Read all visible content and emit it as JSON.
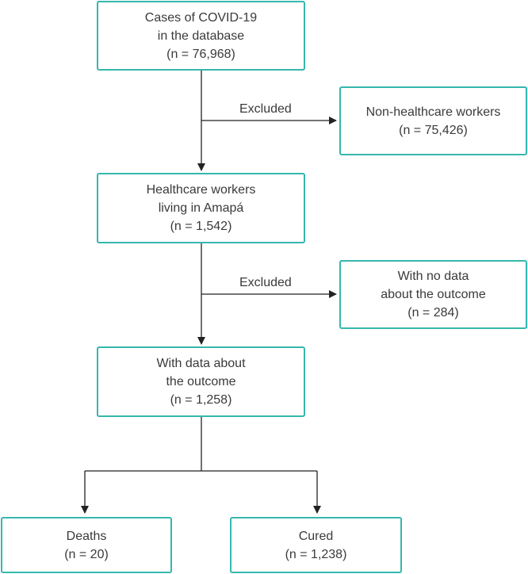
{
  "boxes": {
    "cases": {
      "line1": "Cases of COVID-19",
      "line2": "in the database",
      "line3": "(n = 76,968)"
    },
    "non_healthcare": {
      "line1": "Non-healthcare workers",
      "line2": "(n = 75,426)"
    },
    "healthcare": {
      "line1": "Healthcare workers",
      "line2": "living in Amapá",
      "line3": "(n = 1,542)"
    },
    "no_data": {
      "line1": "With no data",
      "line2": "about the outcome",
      "line3": "(n = 284)"
    },
    "with_data": {
      "line1": "With data about",
      "line2": "the outcome",
      "line3": "(n = 1,258)"
    },
    "deaths": {
      "line1": "Deaths",
      "line2": "(n = 20)"
    },
    "cured": {
      "line1": "Cured",
      "line2": "(n = 1,238)"
    }
  },
  "edge_labels": {
    "excluded_1": "Excluded",
    "excluded_2": "Excluded"
  },
  "colors": {
    "box_border": "#36b7ad",
    "connector": "#222222",
    "text": "#3a3a3a"
  }
}
